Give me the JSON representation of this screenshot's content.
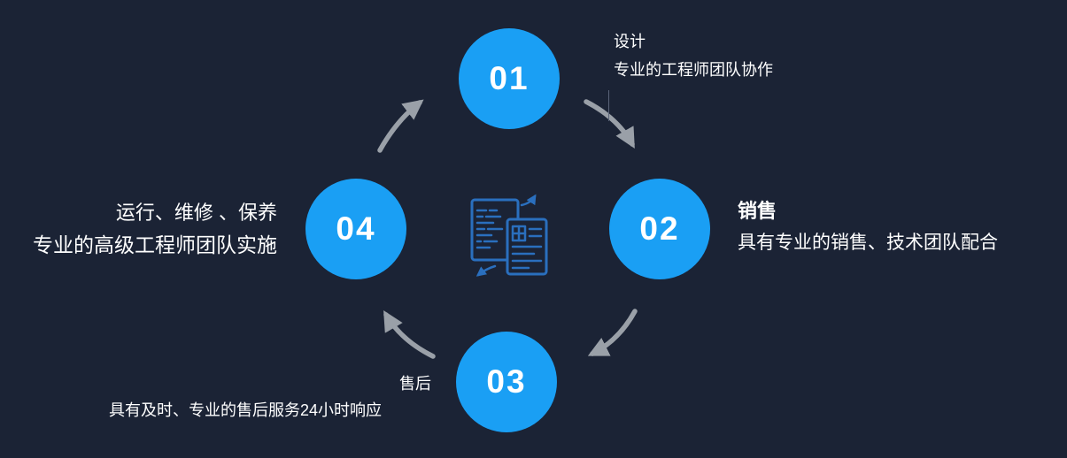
{
  "colors": {
    "background": "#1b2335",
    "circle": "#1a9ff4",
    "arrow": "#9aa0a8",
    "icon": "#2a6fbe",
    "text": "#ffffff"
  },
  "diagram": {
    "type": "process-cycle",
    "center_icon": "code-document-transfer-icon",
    "steps": {
      "step1": {
        "number": "01",
        "title": "设计",
        "desc": "专业的工程师团队协作"
      },
      "step2": {
        "number": "02",
        "title": "销售",
        "desc": "具有专业的销售、技术团队配合"
      },
      "step3": {
        "number": "03",
        "title": "售后",
        "desc": "具有及时、专业的售后服务24小时响应"
      },
      "step4": {
        "number": "04",
        "title": "运行、维修 、保养",
        "desc": "专业的高级工程师团队实施"
      }
    }
  }
}
